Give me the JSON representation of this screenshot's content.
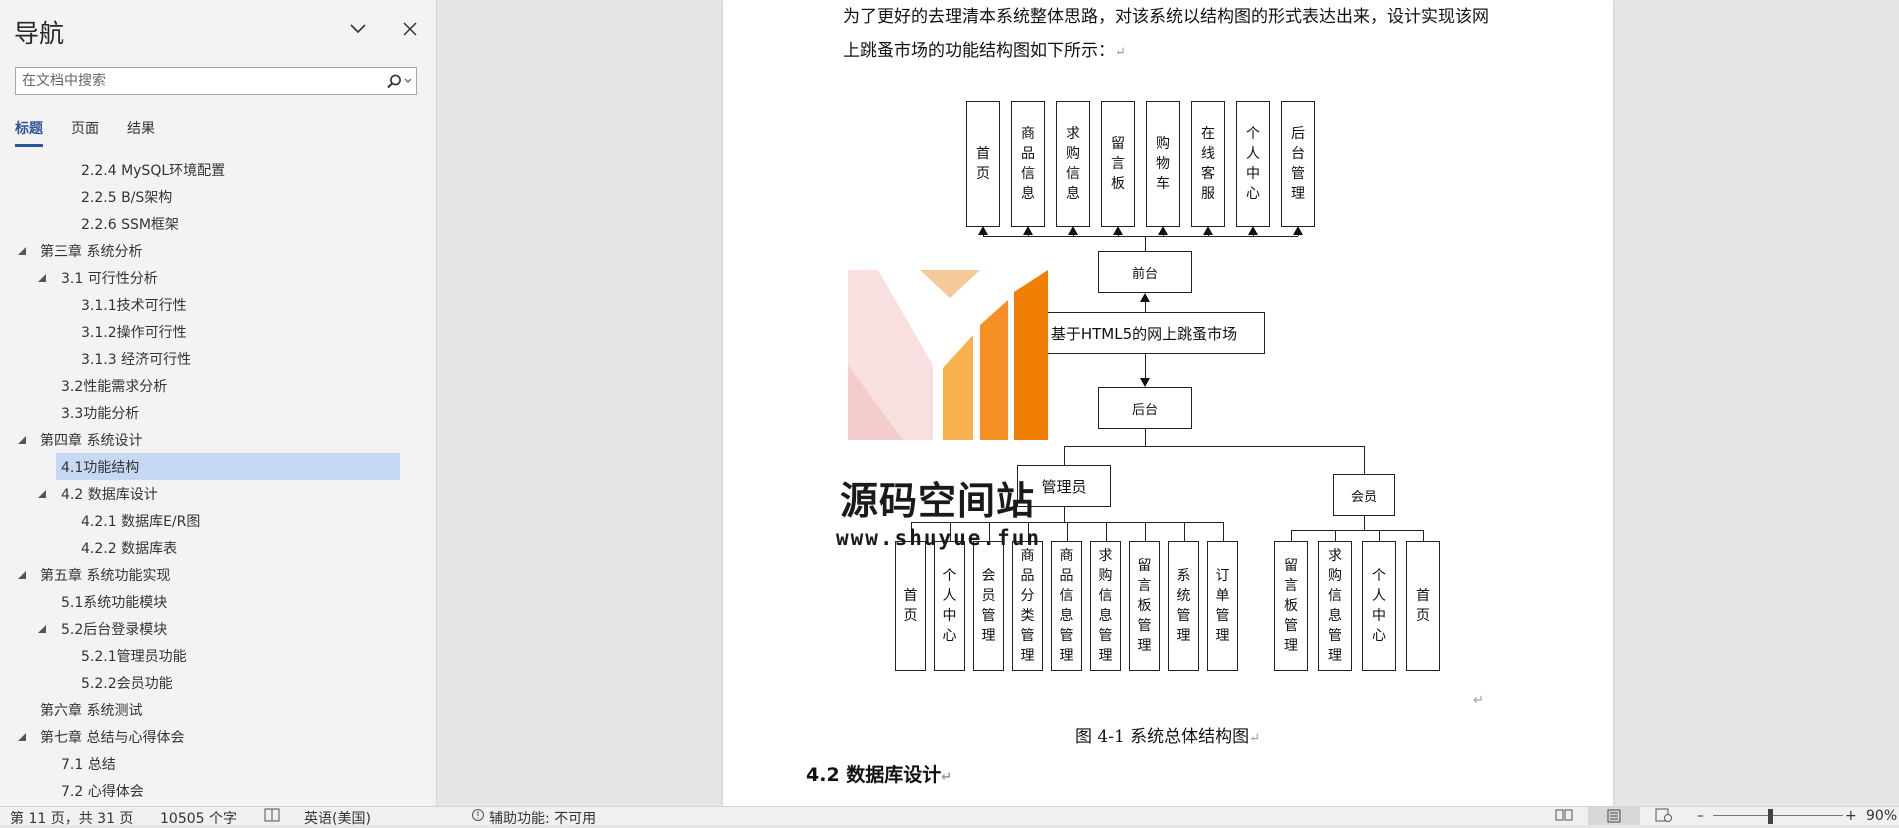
{
  "nav": {
    "title": "导航",
    "search_placeholder": "在文档中搜索",
    "tabs": [
      "标题",
      "页面",
      "结果"
    ],
    "tree": [
      {
        "label": "2.2.4  MySQL环境配置",
        "level": 3,
        "expand": false
      },
      {
        "label": "2.2.5  B/S架构",
        "level": 3,
        "expand": false
      },
      {
        "label": "2.2.6  SSM框架",
        "level": 3,
        "expand": false
      },
      {
        "label": "第三章 系统分析",
        "level": 1,
        "expand": true
      },
      {
        "label": "3.1 可行性分析",
        "level": 2,
        "expand": true
      },
      {
        "label": "3.1.1技术可行性",
        "level": 3,
        "expand": false
      },
      {
        "label": "3.1.2操作可行性",
        "level": 3,
        "expand": false
      },
      {
        "label": "3.1.3 经济可行性",
        "level": 3,
        "expand": false
      },
      {
        "label": "3.2性能需求分析",
        "level": 2,
        "expand": false
      },
      {
        "label": "3.3功能分析",
        "level": 2,
        "expand": false
      },
      {
        "label": "第四章 系统设计",
        "level": 1,
        "expand": true
      },
      {
        "label": "4.1功能结构",
        "level": 2,
        "expand": false,
        "selected": true
      },
      {
        "label": "4.2 数据库设计",
        "level": 2,
        "expand": true
      },
      {
        "label": "4.2.1 数据库E/R图",
        "level": 3,
        "expand": false
      },
      {
        "label": "4.2.2 数据库表",
        "level": 3,
        "expand": false
      },
      {
        "label": "第五章 系统功能实现",
        "level": 1,
        "expand": true
      },
      {
        "label": "5.1系统功能模块",
        "level": 2,
        "expand": false
      },
      {
        "label": "5.2后台登录模块",
        "level": 2,
        "expand": true
      },
      {
        "label": "5.2.1管理员功能",
        "level": 3,
        "expand": false
      },
      {
        "label": "5.2.2会员功能",
        "level": 3,
        "expand": false
      },
      {
        "label": "第六章 系统测试",
        "level": 1,
        "expand": false
      },
      {
        "label": "第七章 总结与心得体会",
        "level": 1,
        "expand": true
      },
      {
        "label": "7.1 总结",
        "level": 2,
        "expand": false
      },
      {
        "label": "7.2 心得体会",
        "level": 2,
        "expand": false
      }
    ]
  },
  "document": {
    "para_line1": "为了更好的去理清本系统整体思路，对该系统以结构图的形式表达出来，设计实现该网",
    "para_line2": "上跳蚤市场的功能结构图如下所示：",
    "diagram": {
      "front_modules": [
        "首页",
        "商品信息",
        "求购信息",
        "留言板",
        "购物车",
        "在线客服",
        "个人中心",
        "后台管理"
      ],
      "front_label": "前台",
      "root_label": "基于HTML5的网上跳蚤市场",
      "back_label": "后台",
      "admin_label": "管理员",
      "admin_modules": [
        "首页",
        "个人中心",
        "会员管理",
        "商品分类管理",
        "商品信息管理",
        "求购信息管理",
        "留言板管理",
        "系统管理",
        "订单管理"
      ],
      "member_label": "会员",
      "member_modules": [
        "留言板管理",
        "求购信息管理",
        "个人中心",
        "首页"
      ]
    },
    "figure_caption": "图 4-1  系统总体结构图",
    "section_heading": "4.2  数据库设计"
  },
  "watermark": {
    "name": "源码空间站",
    "url": "www.shuyue.fun"
  },
  "status": {
    "page": "第 11 页，共 31 页",
    "words": "10505 个字",
    "language": "英语(美国)",
    "accessibility": "辅助功能: 不可用",
    "zoom": "90%"
  }
}
